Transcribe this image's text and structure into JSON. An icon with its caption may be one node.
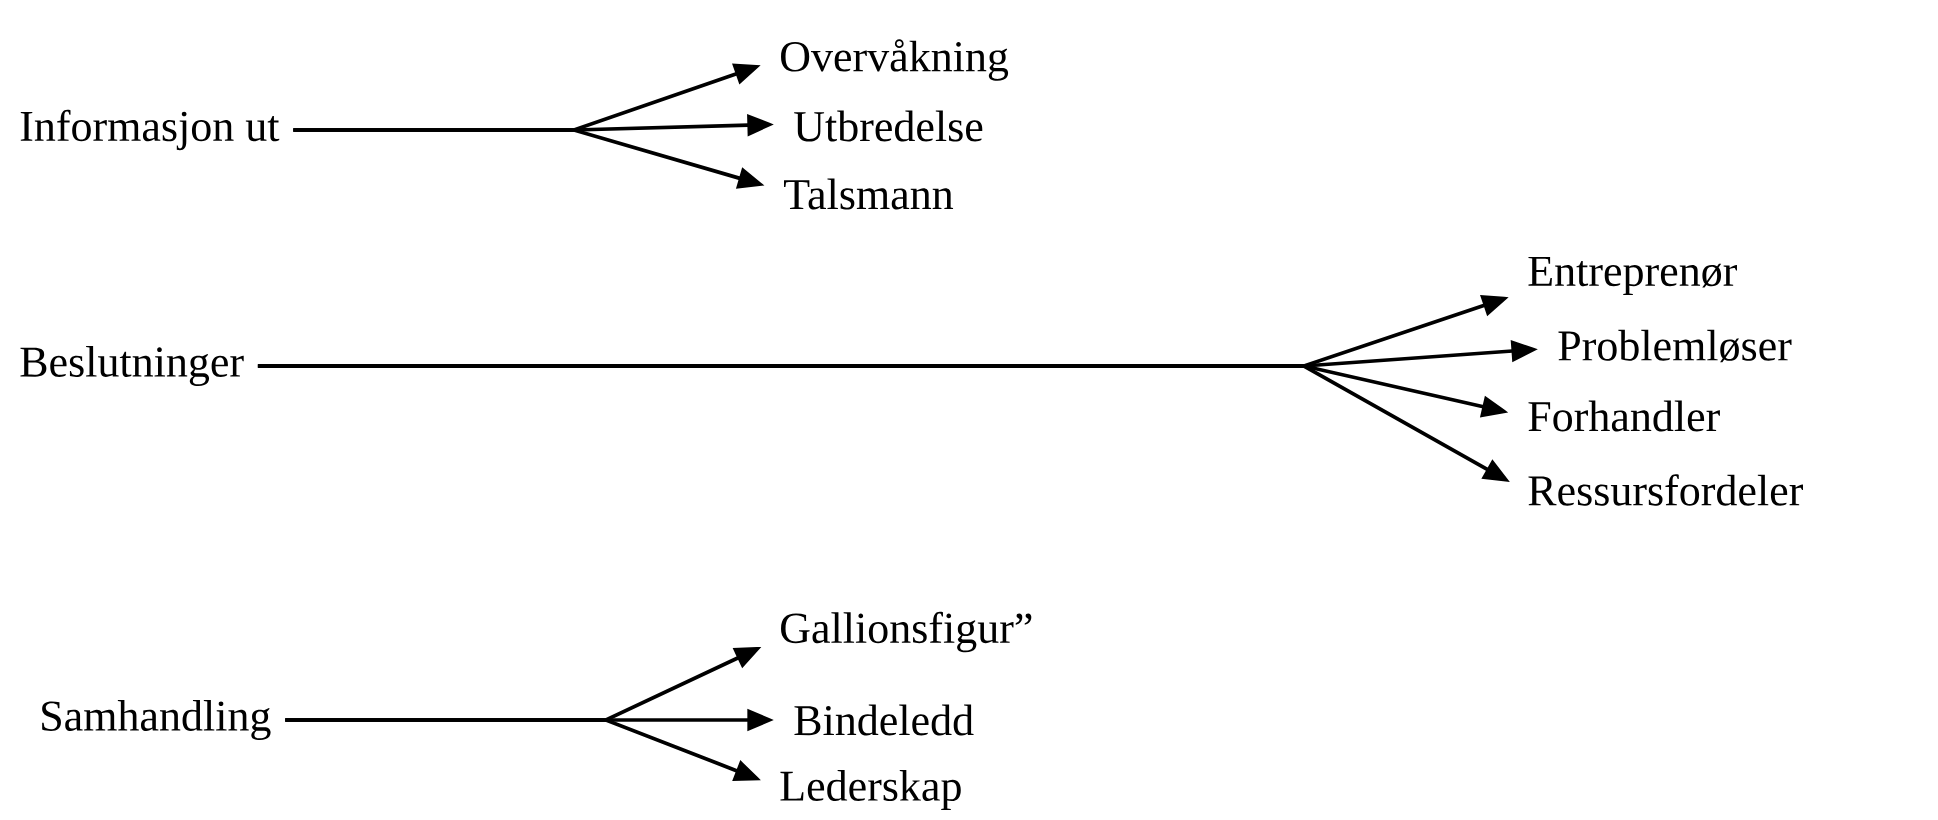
{
  "diagram": {
    "nodes": [
      {
        "text": [
          "Informasjon ut"
        ]
      },
      {
        "text": [
          "Overvåkning"
        ]
      },
      {
        "text": [
          "Utbredelse"
        ]
      },
      {
        "text": [
          "Talsmann"
        ]
      },
      {
        "text": [
          "Beslutninger"
        ]
      },
      {
        "text": [
          "Entreprenør"
        ]
      },
      {
        "text": [
          "Problemløser"
        ]
      },
      {
        "text": [
          "Forhandler"
        ]
      },
      {
        "text": [
          "Ressursfordeler"
        ]
      },
      {
        "text": [
          "Samhandling"
        ]
      },
      {
        "text": [
          "Gallionsfigur”"
        ]
      },
      {
        "text": [
          "Bindeledd"
        ]
      },
      {
        "text": [
          "Lederskap"
        ]
      }
    ],
    "edges": [
      {
        "from": 0,
        "to": 1,
        "arrow": "to"
      },
      {
        "from": 0,
        "to": 2,
        "arrow": "to"
      },
      {
        "from": 0,
        "to": 3,
        "arrow": "to"
      },
      {
        "from": 4,
        "to": 5,
        "arrow": "to"
      },
      {
        "from": 4,
        "to": 6,
        "arrow": "to"
      },
      {
        "from": 4,
        "to": 7,
        "arrow": "to"
      },
      {
        "from": 4,
        "to": 8,
        "arrow": "to"
      },
      {
        "from": 9,
        "to": 10,
        "arrow": "to"
      },
      {
        "from": 9,
        "to": 11,
        "arrow": "to"
      },
      {
        "from": 9,
        "to": 12,
        "arrow": "to"
      }
    ]
  }
}
